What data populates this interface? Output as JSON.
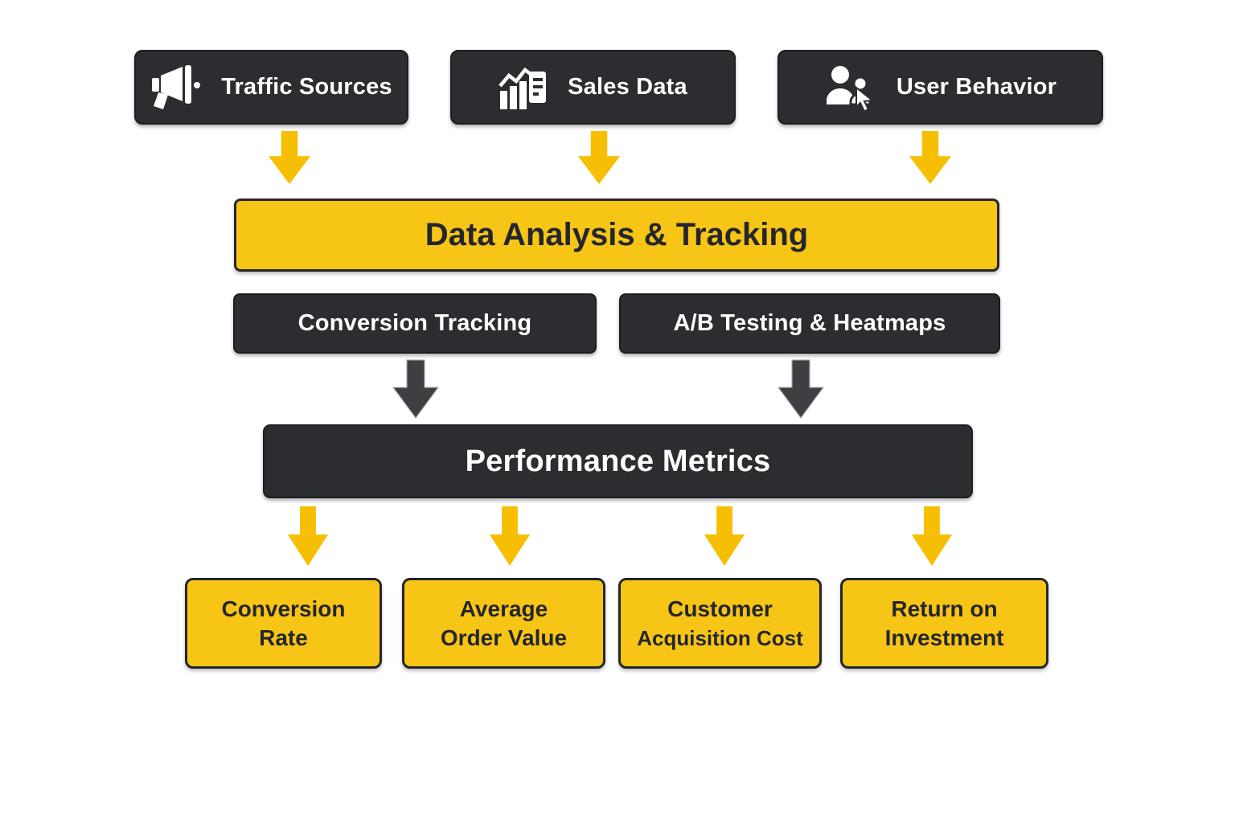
{
  "title": "Ecommerce analytics tracking flow diagram",
  "colors": {
    "background": "#ffffff",
    "dark_box": "#2b2d31",
    "dark_box_border": "#1c1e21",
    "yellow_box": "#f7c516",
    "yellow_box_border": "#24262b",
    "dark_text": "#24262e",
    "light_text": "#ffffff",
    "icon_color": "#ffffff",
    "arrow_yellow": "#f6bf04",
    "arrow_dark": "#3d3f42"
  },
  "sources": [
    {
      "label": "Traffic Sources",
      "icon": "megaphone-icon"
    },
    {
      "label": "Sales Data",
      "icon": "sales-chart-icon"
    },
    {
      "label": "User Behavior",
      "icon": "user-cursor-icon"
    }
  ],
  "analysis": {
    "label": "Data Analysis & Tracking"
  },
  "methods": [
    {
      "label": "Conversion Tracking"
    },
    {
      "label": "A/B Testing & Heatmaps"
    }
  ],
  "performance": {
    "label": "Performance Metrics"
  },
  "metrics": [
    {
      "line1": "Conversion",
      "line2": "Rate"
    },
    {
      "line1": "Average",
      "line2": "Order Value"
    },
    {
      "line1": "Customer",
      "line2": "Acquisition Cost"
    },
    {
      "line1": "Return on",
      "line2": "Investment"
    }
  ]
}
